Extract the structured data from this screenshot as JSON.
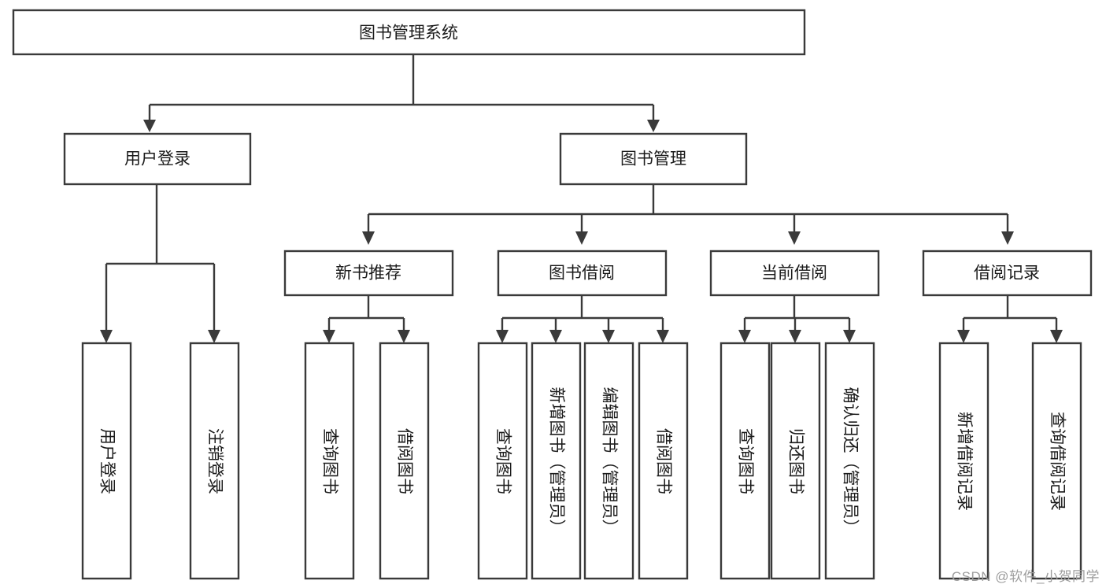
{
  "diagram": {
    "type": "tree",
    "title": "图书管理系统",
    "watermark": "CSDN @软件_小贺同学",
    "colors": {
      "stroke": "#3a3a3a",
      "box_fill": "#ffffff",
      "text": "#1b1b1b",
      "background": "#ffffff",
      "watermark": "#9d9d9d"
    },
    "levels": [
      {
        "level": 0,
        "nodes": [
          {
            "id": "root",
            "label": "图书管理系统",
            "orientation": "horizontal"
          }
        ]
      },
      {
        "level": 1,
        "nodes": [
          {
            "id": "login",
            "label": "用户登录",
            "orientation": "horizontal",
            "parent": "root"
          },
          {
            "id": "bookmgmt",
            "label": "图书管理",
            "orientation": "horizontal",
            "parent": "root"
          }
        ]
      },
      {
        "level": 2,
        "nodes": [
          {
            "id": "newbook",
            "label": "新书推荐",
            "orientation": "horizontal",
            "parent": "bookmgmt"
          },
          {
            "id": "borrow",
            "label": "图书借阅",
            "orientation": "horizontal",
            "parent": "bookmgmt"
          },
          {
            "id": "current",
            "label": "当前借阅",
            "orientation": "horizontal",
            "parent": "bookmgmt"
          },
          {
            "id": "records",
            "label": "借阅记录",
            "orientation": "horizontal",
            "parent": "bookmgmt"
          }
        ]
      },
      {
        "level": 3,
        "nodes": [
          {
            "id": "leaf-1",
            "label": "用户登录",
            "orientation": "vertical",
            "parent": "login"
          },
          {
            "id": "leaf-2",
            "label": "注销登录",
            "orientation": "vertical",
            "parent": "login"
          },
          {
            "id": "leaf-3",
            "label": "查询图书",
            "orientation": "vertical",
            "parent": "newbook"
          },
          {
            "id": "leaf-4",
            "label": "借阅图书",
            "orientation": "vertical",
            "parent": "newbook"
          },
          {
            "id": "leaf-5",
            "label": "查询图书",
            "orientation": "vertical",
            "parent": "borrow"
          },
          {
            "id": "leaf-6",
            "label": "新增图书（管理员）",
            "orientation": "vertical",
            "parent": "borrow"
          },
          {
            "id": "leaf-7",
            "label": "编辑图书（管理员）",
            "orientation": "vertical",
            "parent": "borrow"
          },
          {
            "id": "leaf-8",
            "label": "借阅图书",
            "orientation": "vertical",
            "parent": "borrow"
          },
          {
            "id": "leaf-9",
            "label": "查询图书",
            "orientation": "vertical",
            "parent": "current"
          },
          {
            "id": "leaf-10",
            "label": "归还图书",
            "orientation": "vertical",
            "parent": "current"
          },
          {
            "id": "leaf-11",
            "label": "确认归还（管理员）",
            "orientation": "vertical",
            "parent": "current"
          },
          {
            "id": "leaf-12",
            "label": "新增借阅记录",
            "orientation": "vertical",
            "parent": "records"
          },
          {
            "id": "leaf-13",
            "label": "查询借阅记录",
            "orientation": "vertical",
            "parent": "records"
          }
        ]
      }
    ]
  }
}
